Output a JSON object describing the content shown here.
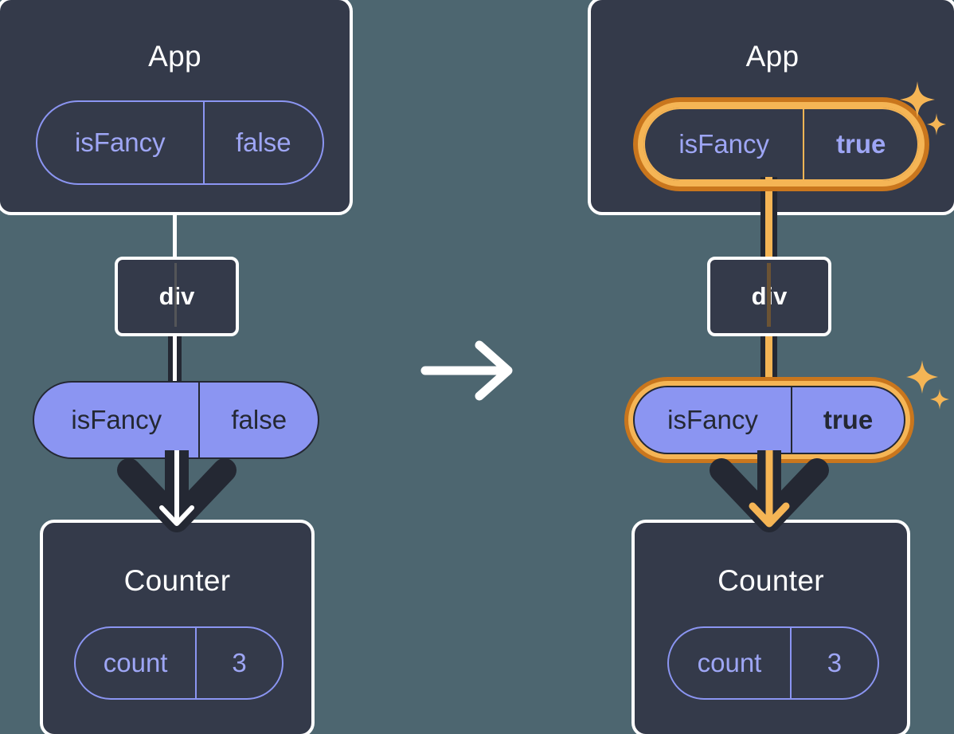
{
  "diagram": {
    "type": "react-state-propagation",
    "background_color": "#4d6670",
    "accent_highlight_color": "#f5b555",
    "accent_highlight_outer_color": "#c9761d",
    "pill_fill_color": "#8b95f2",
    "panel_fill_color": "#343a4a",
    "transition_arrow_icon": "arrow-right-icon"
  },
  "left": {
    "app": {
      "title": "App",
      "pill": {
        "key": "isFancy",
        "value": "false",
        "highlighted": false
      }
    },
    "div": {
      "label": "div"
    },
    "prop_pill": {
      "key": "isFancy",
      "value": "false",
      "highlighted": false
    },
    "counter": {
      "title": "Counter",
      "pill": {
        "key": "count",
        "value": "3",
        "highlighted": false
      }
    },
    "arrow_icon": "arrow-down-icon"
  },
  "right": {
    "app": {
      "title": "App",
      "pill": {
        "key": "isFancy",
        "value": "true",
        "highlighted": true
      }
    },
    "div": {
      "label": "div"
    },
    "prop_pill": {
      "key": "isFancy",
      "value": "true",
      "highlighted": true
    },
    "counter": {
      "title": "Counter",
      "pill": {
        "key": "count",
        "value": "3",
        "highlighted": false
      }
    },
    "arrow_icon": "arrow-down-icon",
    "sparkle_icon": "sparkles-icon"
  }
}
